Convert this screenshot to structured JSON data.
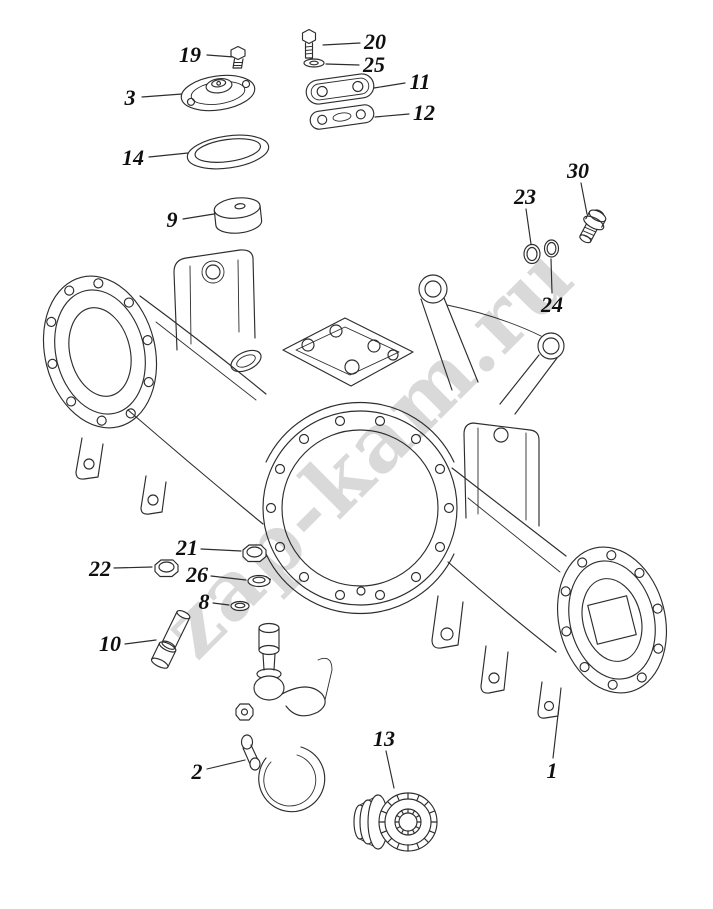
{
  "watermark": "zap-kam.ru",
  "colors": {
    "background": "#ffffff",
    "line": "#2d2d2d",
    "watermark": "#c3c3c3",
    "label": "#0f0f0f"
  },
  "diagram": {
    "type": "exploded-parts-diagram",
    "callouts": [
      {
        "text": "19"
      },
      {
        "text": "20"
      },
      {
        "text": "25"
      },
      {
        "text": "11"
      },
      {
        "text": "12"
      },
      {
        "text": "3"
      },
      {
        "text": "14"
      },
      {
        "text": "9"
      },
      {
        "text": "23"
      },
      {
        "text": "30"
      },
      {
        "text": "24"
      },
      {
        "text": "21"
      },
      {
        "text": "22"
      },
      {
        "text": "26"
      },
      {
        "text": "8"
      },
      {
        "text": "10"
      },
      {
        "text": "2"
      },
      {
        "text": "13"
      },
      {
        "text": "1"
      }
    ]
  }
}
